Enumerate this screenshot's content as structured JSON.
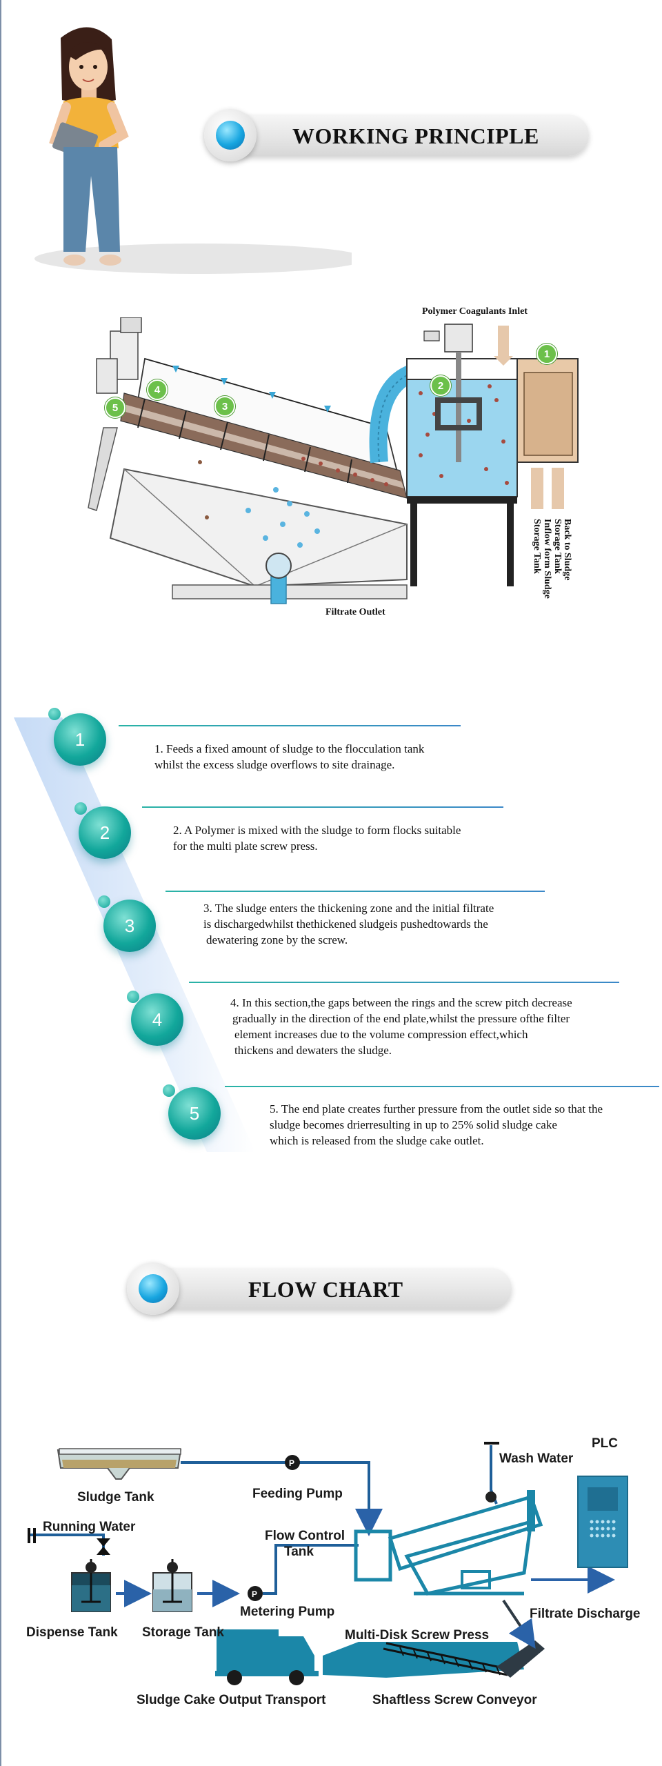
{
  "sections": {
    "working_principle": {
      "title": "WORKING PRINCIPLE"
    },
    "flow_chart": {
      "title": "FLOW CHART"
    }
  },
  "working_diagram": {
    "labels": {
      "polymer_inlet": "Polymer Coagulants Inlet",
      "filtrate_outlet": "Filtrate Outlet",
      "back_to_sludge": "Back to Sludge",
      "storage_tank_1": "Storage Tank",
      "inflow_sludge": "Inflow form Sludge",
      "storage_tank_2": "Storage Tank"
    },
    "badges": [
      "1",
      "2",
      "3",
      "4",
      "5"
    ]
  },
  "steps": [
    {
      "number": "1",
      "lines": [
        "1. Feeds a fixed amount of sludge to the flocculation tank",
        "whilst the excess sludge overflows to site drainage."
      ]
    },
    {
      "number": "2",
      "lines": [
        "2. A Polymer is mixed with the sludge to form flocks suitable",
        "for the multi plate screw press."
      ]
    },
    {
      "number": "3",
      "lines": [
        "3. The sludge enters the thickening zone and the initial filtrate",
        "is dischargedwhilst thethickened sludgeis pushedtowards the",
        "dewatering zone by the screw."
      ]
    },
    {
      "number": "4",
      "lines": [
        "4. In this section,the gaps between the rings and the screw pitch decrease",
        "gradually in the direction of the end plate,whilst the pressure ofthe filter",
        "element increases due to the volume compression effect,which",
        "thickens and dewaters the sludge."
      ]
    },
    {
      "number": "5",
      "lines": [
        "5. The end plate creates further pressure from the outlet side so that the",
        "sludge becomes drierresulting in up to 25% solid sludge cake",
        "which is released from the sludge cake outlet."
      ]
    }
  ],
  "flow_chart": {
    "labels": {
      "sludge_tank": "Sludge Tank",
      "feeding_pump": "Feeding Pump",
      "wash_water": "Wash Water",
      "plc": "PLC",
      "running_water": "Running Water",
      "flow_control_tank_1": "Flow Control",
      "flow_control_tank_2": "Tank",
      "dispense_tank": "Dispense Tank",
      "storage_tank": "Storage Tank",
      "metering_pump": "Metering Pump",
      "multi_disk": "Multi-Disk Screw Press",
      "filtrate_discharge": "Filtrate Discharge",
      "sludge_cake": "Sludge Cake Output Transport",
      "shaftless": "Shaftless Screw Conveyor"
    },
    "pump_symbol": "P",
    "colors": {
      "line": "#1f5f99",
      "equipment": "#1b87a8",
      "arrow": "#2a62a8"
    }
  }
}
